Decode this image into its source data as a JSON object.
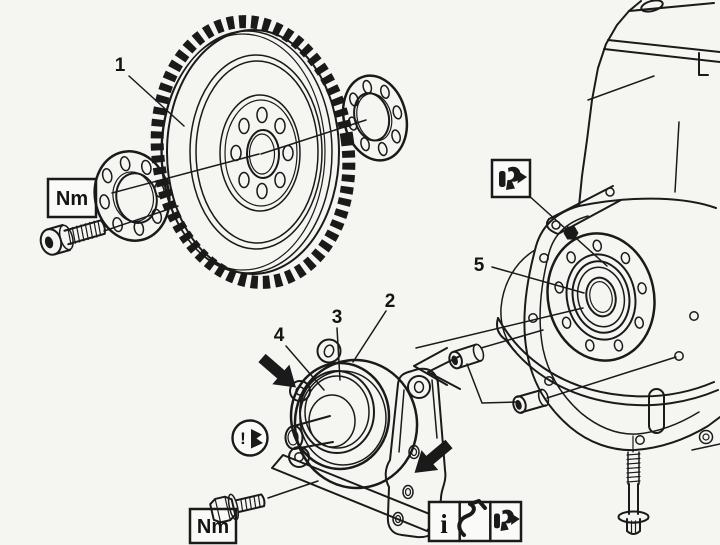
{
  "colors": {
    "background": "#f5f5f2",
    "ink": "#1a1a1a",
    "box_fill": "#fafaf8"
  },
  "callouts": {
    "flywheel": "1",
    "seal_housing": "2",
    "oil_seal": "3",
    "housing_face": "4",
    "crankshaft_seal_bore": "5"
  },
  "badges": {
    "torque_flywheel_bolts": "Nm",
    "torque_housing_bolts": "Nm"
  },
  "symbols": {
    "caution": "!",
    "info": "i"
  }
}
